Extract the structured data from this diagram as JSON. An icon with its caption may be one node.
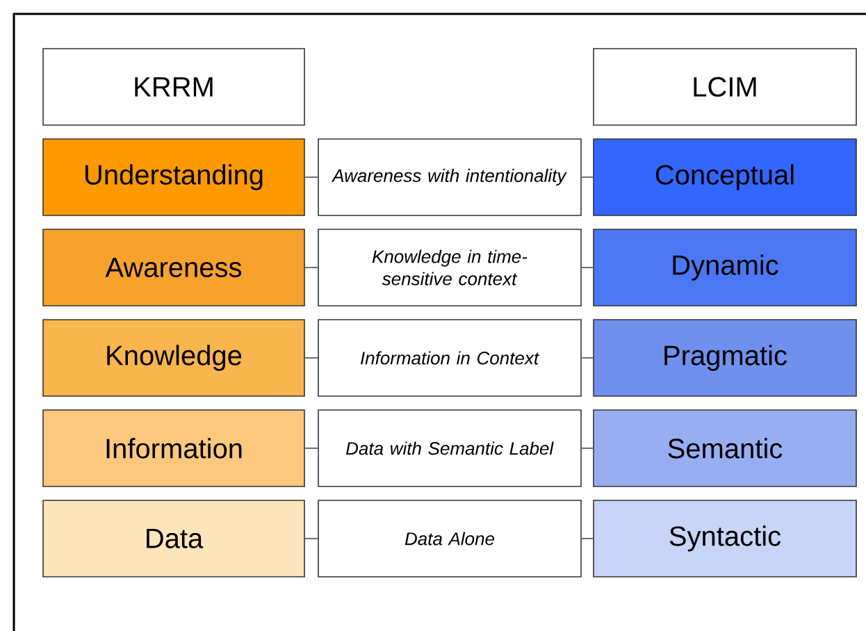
{
  "diagram": {
    "nodes": [
      {
        "text": [
          "KRRM"
        ]
      },
      {
        "text": [
          "LCIM"
        ]
      },
      {
        "text": [
          "Understanding"
        ]
      },
      {
        "text": [
          "*Awareness with intentionality*"
        ]
      },
      {
        "text": [
          "Conceptual"
        ]
      },
      {
        "text": [
          "Awareness"
        ]
      },
      {
        "text": [
          "*Knowledge in time-sensitive context*"
        ]
      },
      {
        "text": [
          "Dynamic"
        ]
      },
      {
        "text": [
          "Knowledge"
        ]
      },
      {
        "text": [
          "*Information in Context*"
        ]
      },
      {
        "text": [
          "Pragmatic"
        ]
      },
      {
        "text": [
          "Information"
        ]
      },
      {
        "text": [
          "*Data with Semantic Label*"
        ]
      },
      {
        "text": [
          "Semantic"
        ]
      },
      {
        "text": [
          "Data"
        ]
      },
      {
        "text": [
          "*Data Alone*"
        ]
      },
      {
        "text": [
          "Syntactic"
        ]
      }
    ],
    "edges": [
      {
        "from": 2,
        "to": 3,
        "arrow": "none"
      },
      {
        "from": 3,
        "to": 4,
        "arrow": "none"
      },
      {
        "from": 5,
        "to": 6,
        "arrow": "none"
      },
      {
        "from": 6,
        "to": 7,
        "arrow": "none"
      },
      {
        "from": 8,
        "to": 9,
        "arrow": "none"
      },
      {
        "from": 9,
        "to": 10,
        "arrow": "none"
      },
      {
        "from": 11,
        "to": 12,
        "arrow": "none"
      },
      {
        "from": 12,
        "to": 13,
        "arrow": "none"
      },
      {
        "from": 14,
        "to": 15,
        "arrow": "none"
      },
      {
        "from": 15,
        "to": 16,
        "arrow": "none"
      }
    ]
  }
}
